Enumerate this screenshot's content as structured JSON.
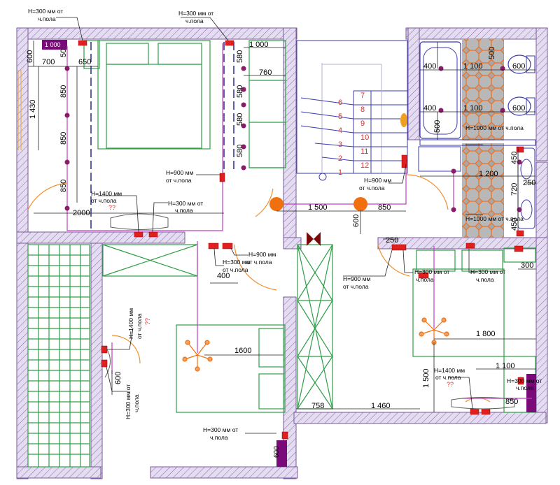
{
  "notes": {
    "n300_a1": "Н=300 мм от",
    "n300_a2": "ч.пола",
    "n300_b1": "Н=300 мм от",
    "n300_b2": "ч.пола",
    "n900_a1": "Н=900 мм",
    "n900_a2": "от ч.пола",
    "n900_b1": "Н=900 мм",
    "n900_b2": "от ч.пола",
    "n900_c1": "Н=900 мм",
    "n900_c2": "от ч.пола",
    "n1400_a1": "Н=1400 мм",
    "n1400_a2": "от ч.пола",
    "n1400_a3": "??",
    "n300_c1": "Н=300 мм от",
    "n300_c2": "ч.пола",
    "n300_d1": "Н=300 мм",
    "n300_d2": "от ч.пола",
    "n1000_a": "Н=1000 мм от ч.пола",
    "n1000_b": "Н=1000 мм от ч.пола",
    "n300_e1": "Н=300 мм от",
    "n300_e2": "ч.пола",
    "n300_f1": "Н=300 мм от",
    "n300_f2": "ч.пола",
    "n1400_b1": "Н=1400 мм",
    "n1400_b2": "от ч.пола",
    "n1400_b3": "??",
    "n1400_c1": "Н=1400 мм",
    "n1400_c2": "от ч.пола",
    "n1400_c3": "??",
    "n300_g1": "Н=300 мм от",
    "n300_g2": "ч.пола",
    "n300_h1": "Н=300 мм от",
    "n300_h2": "ч.пола",
    "n300_i1": "Н=300 мм от",
    "n300_i2": "ч.пола"
  },
  "dimensions": {
    "d1000_box": "1 000",
    "d600_a": "600",
    "d700": "700",
    "d650": "650",
    "d50": "50",
    "d1430": "1 430",
    "d850_a": "850",
    "d850_b": "850",
    "d850_c": "850",
    "d2000": "2000",
    "d580_a": "580",
    "d580_b": "580",
    "d580_c": "580",
    "d580_d": "580",
    "d1000_b": "1 000",
    "d760": "760",
    "d1500": "1 500",
    "d850_d": "850",
    "d600_b": "600",
    "d250_a": "250",
    "d400_a": "400",
    "d1100_a": "1 100",
    "d600_c": "600",
    "d500_a": "500",
    "d400_b": "400",
    "d1100_b": "1 100",
    "d600_d": "600",
    "d500_b": "500",
    "d450_a": "450",
    "d1200": "1 200",
    "d720": "720",
    "d250_b": "250",
    "d450_b": "450",
    "d400_c": "400",
    "d300": "300",
    "d1800": "1 800",
    "d1600": "1600",
    "d1500_b": "1 500",
    "d1100_c": "1 100",
    "d850_e": "850",
    "d758": "758",
    "d1460": "1 460",
    "d600_e": "600",
    "d600_f": "600"
  },
  "stairs": [
    "1",
    "2",
    "3",
    "4",
    "5",
    "6",
    "7",
    "8",
    "9",
    "10",
    "11",
    "12"
  ],
  "colors": {
    "wall_fill": "#d8cde8",
    "wall_stroke": "#7a5a9a",
    "furniture": "#2e9e46",
    "stair": "#3a3ab0",
    "cable": "#c040c0",
    "socket": "#e02020",
    "light": "#f07010",
    "tile": "#9a9a9a",
    "tile_line": "#f07020",
    "door": "#f09030",
    "dim": "#222222",
    "accent_dark": "#7a0a7a"
  }
}
